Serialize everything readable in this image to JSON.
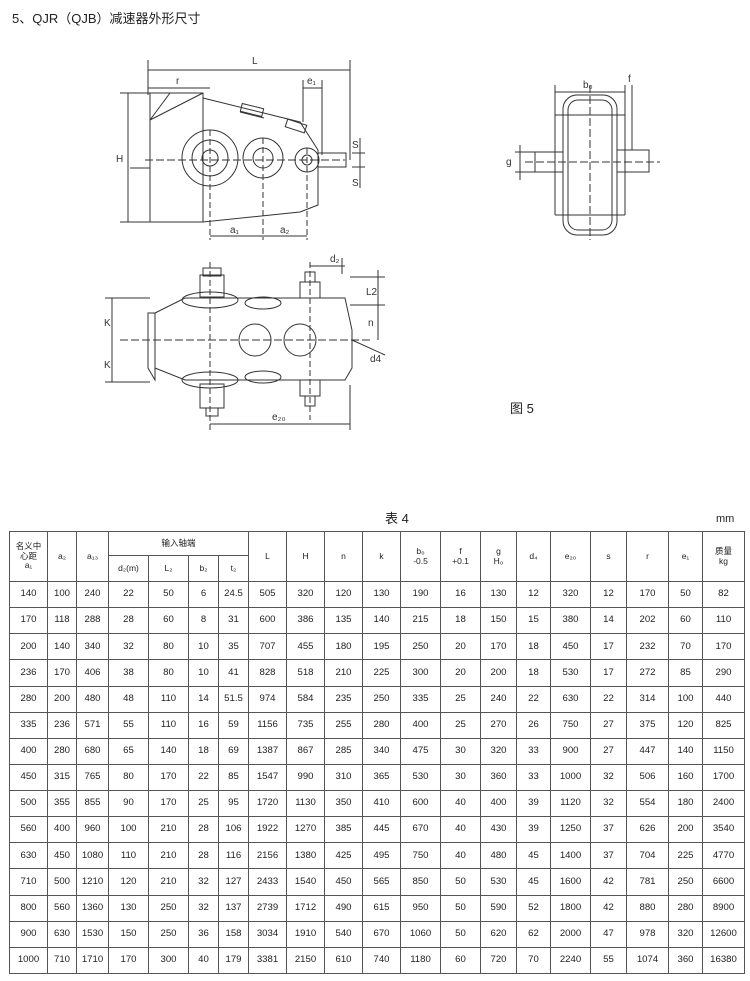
{
  "title": "5、QJR（QJB）减速器外形尺寸",
  "figure_label": "图 5",
  "drawing_labels": {
    "L": "L",
    "r": "r",
    "e1": "e₁",
    "H": "H",
    "S": "S",
    "a1": "a₁",
    "a2": "a₂",
    "b0": "b₀",
    "f": "f",
    "g": "g",
    "d2": "d₂",
    "L2": "L2",
    "n": "n",
    "d4": "d4",
    "K": "K",
    "e20": "e₂₀"
  },
  "table": {
    "caption": "表 4",
    "unit": "mm",
    "headers": {
      "center_distance": [
        "名义中",
        "心距",
        "a₁"
      ],
      "a2": "a₂",
      "a3": "a₁₃",
      "input_shaft": "输入轴端",
      "d2m": "d₂(m)",
      "L2": "L₂",
      "b2": "b₂",
      "t2": "t₂",
      "L": "L",
      "H": "H",
      "n": "n",
      "k": "k",
      "b0": [
        "b₀",
        "-0.5"
      ],
      "f": [
        "f",
        "+0.1"
      ],
      "g": [
        "g",
        "H₀"
      ],
      "d4": "d₄",
      "e20": "e₂₀",
      "s": "s",
      "r": "r",
      "e1": "e₁",
      "mass": [
        "质量",
        "kg"
      ]
    },
    "rows": [
      [
        "140",
        "100",
        "240",
        "22",
        "50",
        "6",
        "24.5",
        "505",
        "320",
        "120",
        "130",
        "190",
        "16",
        "130",
        "12",
        "320",
        "12",
        "170",
        "50",
        "82"
      ],
      [
        "170",
        "118",
        "288",
        "28",
        "60",
        "8",
        "31",
        "600",
        "386",
        "135",
        "140",
        "215",
        "18",
        "150",
        "15",
        "380",
        "14",
        "202",
        "60",
        "110"
      ],
      [
        "200",
        "140",
        "340",
        "32",
        "80",
        "10",
        "35",
        "707",
        "455",
        "180",
        "195",
        "250",
        "20",
        "170",
        "18",
        "450",
        "17",
        "232",
        "70",
        "170"
      ],
      [
        "236",
        "170",
        "406",
        "38",
        "80",
        "10",
        "41",
        "828",
        "518",
        "210",
        "225",
        "300",
        "20",
        "200",
        "18",
        "530",
        "17",
        "272",
        "85",
        "290"
      ],
      [
        "280",
        "200",
        "480",
        "48",
        "110",
        "14",
        "51.5",
        "974",
        "584",
        "235",
        "250",
        "335",
        "25",
        "240",
        "22",
        "630",
        "22",
        "314",
        "100",
        "440"
      ],
      [
        "335",
        "236",
        "571",
        "55",
        "110",
        "16",
        "59",
        "1156",
        "735",
        "255",
        "280",
        "400",
        "25",
        "270",
        "26",
        "750",
        "27",
        "375",
        "120",
        "825"
      ],
      [
        "400",
        "280",
        "680",
        "65",
        "140",
        "18",
        "69",
        "1387",
        "867",
        "285",
        "340",
        "475",
        "30",
        "320",
        "33",
        "900",
        "27",
        "447",
        "140",
        "1150"
      ],
      [
        "450",
        "315",
        "765",
        "80",
        "170",
        "22",
        "85",
        "1547",
        "990",
        "310",
        "365",
        "530",
        "30",
        "360",
        "33",
        "1000",
        "32",
        "506",
        "160",
        "1700"
      ],
      [
        "500",
        "355",
        "855",
        "90",
        "170",
        "25",
        "95",
        "1720",
        "1130",
        "350",
        "410",
        "600",
        "40",
        "400",
        "39",
        "1120",
        "32",
        "554",
        "180",
        "2400"
      ],
      [
        "560",
        "400",
        "960",
        "100",
        "210",
        "28",
        "106",
        "1922",
        "1270",
        "385",
        "445",
        "670",
        "40",
        "430",
        "39",
        "1250",
        "37",
        "626",
        "200",
        "3540"
      ],
      [
        "630",
        "450",
        "1080",
        "110",
        "210",
        "28",
        "116",
        "2156",
        "1380",
        "425",
        "495",
        "750",
        "40",
        "480",
        "45",
        "1400",
        "37",
        "704",
        "225",
        "4770"
      ],
      [
        "710",
        "500",
        "1210",
        "120",
        "210",
        "32",
        "127",
        "2433",
        "1540",
        "450",
        "565",
        "850",
        "50",
        "530",
        "45",
        "1600",
        "42",
        "781",
        "250",
        "6600"
      ],
      [
        "800",
        "560",
        "1360",
        "130",
        "250",
        "32",
        "137",
        "2739",
        "1712",
        "490",
        "615",
        "950",
        "50",
        "590",
        "52",
        "1800",
        "42",
        "880",
        "280",
        "8900"
      ],
      [
        "900",
        "630",
        "1530",
        "150",
        "250",
        "36",
        "158",
        "3034",
        "1910",
        "540",
        "670",
        "1060",
        "50",
        "620",
        "62",
        "2000",
        "47",
        "978",
        "320",
        "12600"
      ],
      [
        "1000",
        "710",
        "1710",
        "170",
        "300",
        "40",
        "179",
        "3381",
        "2150",
        "610",
        "740",
        "1180",
        "60",
        "720",
        "70",
        "2240",
        "55",
        "1074",
        "360",
        "16380"
      ]
    ]
  }
}
